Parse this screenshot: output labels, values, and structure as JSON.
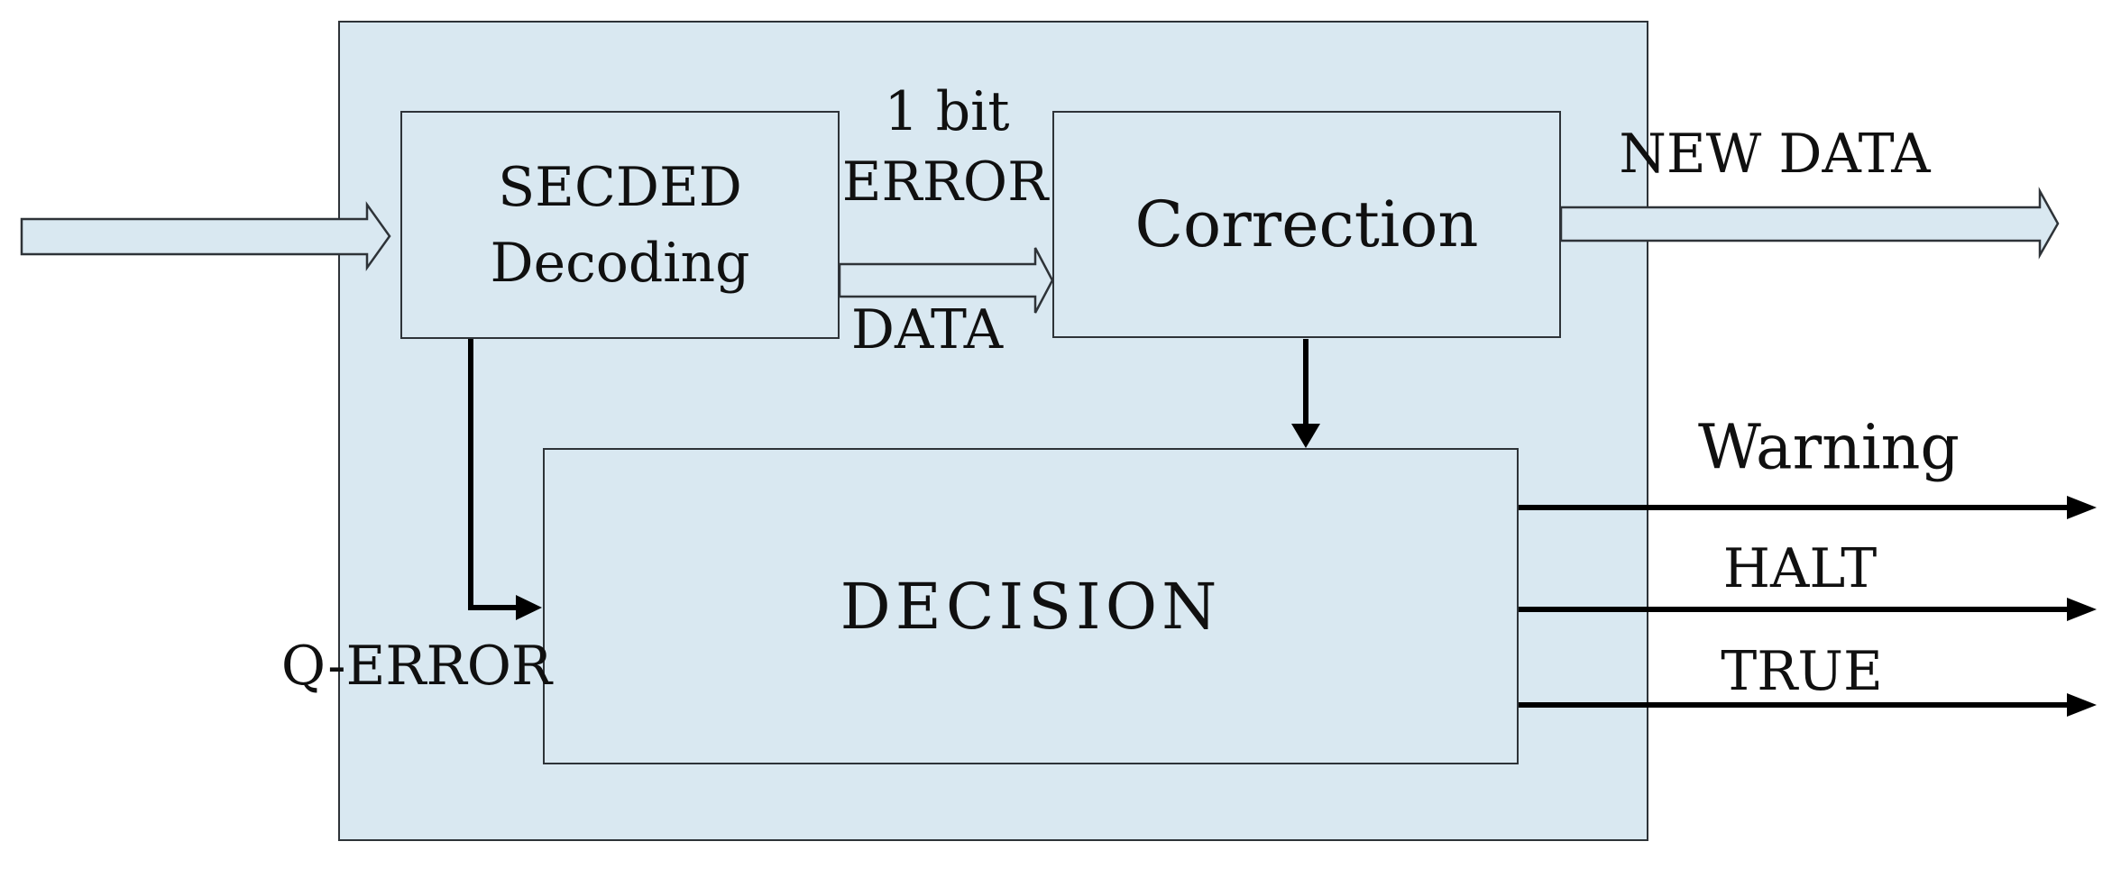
{
  "diagram": {
    "blocks": {
      "secded": {
        "line1": "SECDED",
        "line2": "Decoding"
      },
      "correction": {
        "label": "Correction"
      },
      "decision": {
        "label": "DECISION"
      }
    },
    "signals": {
      "one_bit": "1 bit",
      "error": "ERROR",
      "data": "DATA",
      "new_data": "NEW DATA",
      "warning": "Warning",
      "halt": "HALT",
      "true_out": "TRUE",
      "q_error": "Q-ERROR"
    },
    "colors": {
      "panel_fill": "#d9e8f1",
      "thin_stroke": "#2e3338",
      "signal_stroke": "#000000",
      "text": "#101010",
      "background": "#ffffff"
    }
  }
}
